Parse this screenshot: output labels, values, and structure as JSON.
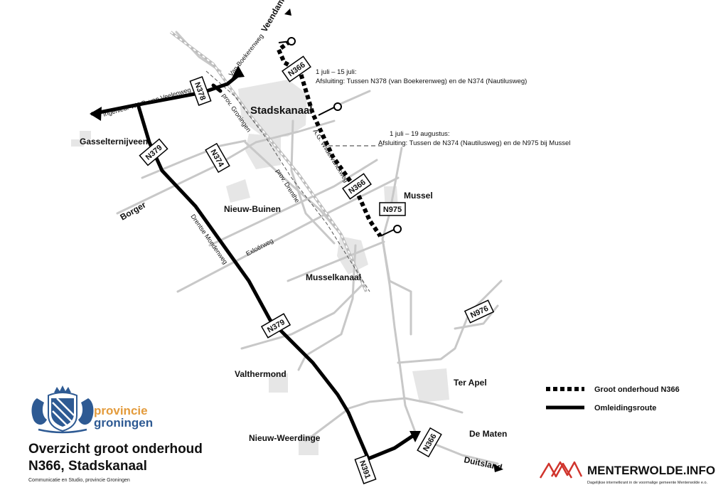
{
  "towns": {
    "stadskanaal": "Stadskanaal",
    "gasselternijveen": "Gasselternijveen",
    "nieuw_buinen": "Nieuw-Buinen",
    "mussel": "Mussel",
    "musselkanaal": "Musselkanaal",
    "valthermond": "Valthermond",
    "ter_apel": "Ter Apel",
    "nieuw_weerdinge": "Nieuw-Weerdinge",
    "de_maten": "De Maten",
    "borger": "Borger",
    "veendam": "Veendam",
    "duitsland": "Duitsland"
  },
  "roads": {
    "van_boekerenweg": "Van Boekerenweg",
    "van_veelenweg": "Ingenieur W.I.C. van Veelenweg",
    "prov_groningen": "prov. Groningen",
    "prov_drenthe": "prov. Drenthe",
    "a_g_wildervanckweg": "A.G. Wildervanckweg",
    "exloerweg": "Exloërweg",
    "drentse_mondenweg": "Drentse Mondenweg"
  },
  "shields": {
    "n366_top": "N366",
    "n378": "N378",
    "n379_top": "N379",
    "n374": "N374",
    "n366_mid": "N366",
    "n975": "N975",
    "n976": "N976",
    "n379_mid": "N379",
    "n366_bottom": "N366",
    "n391": "N391"
  },
  "closures": [
    {
      "dates": "1 juli – 15 juli:",
      "text": "Afsluiting: Tussen N378 (van Boekerenweg) en de N374 (Nautilusweg)"
    },
    {
      "dates": "1 juli – 19 augustus:",
      "text": "Afsluiting: Tussen de N374 (Nautilusweg) en de N975 bij Mussel"
    }
  ],
  "legend": {
    "maintenance": "Groot onderhoud N366",
    "detour": "Omleidingsroute"
  },
  "title": {
    "line1": "Overzicht groot onderhoud",
    "line2": "N366, Stadskanaal"
  },
  "credit": "Communicatie en Studio, provincie Groningen",
  "logo": {
    "line1": "provincie",
    "line2": "groningen",
    "icon": "provincie-groningen-coat-of-arms",
    "color_orange": "#e39b3c",
    "color_blue": "#2e5a93"
  },
  "brand": {
    "name": "MENTERWOLDE.INFO",
    "tagline": "Dagelijkse internetkrant in de voormalige gemeente Menterwolde e.o.",
    "color_red": "#d0342c"
  }
}
